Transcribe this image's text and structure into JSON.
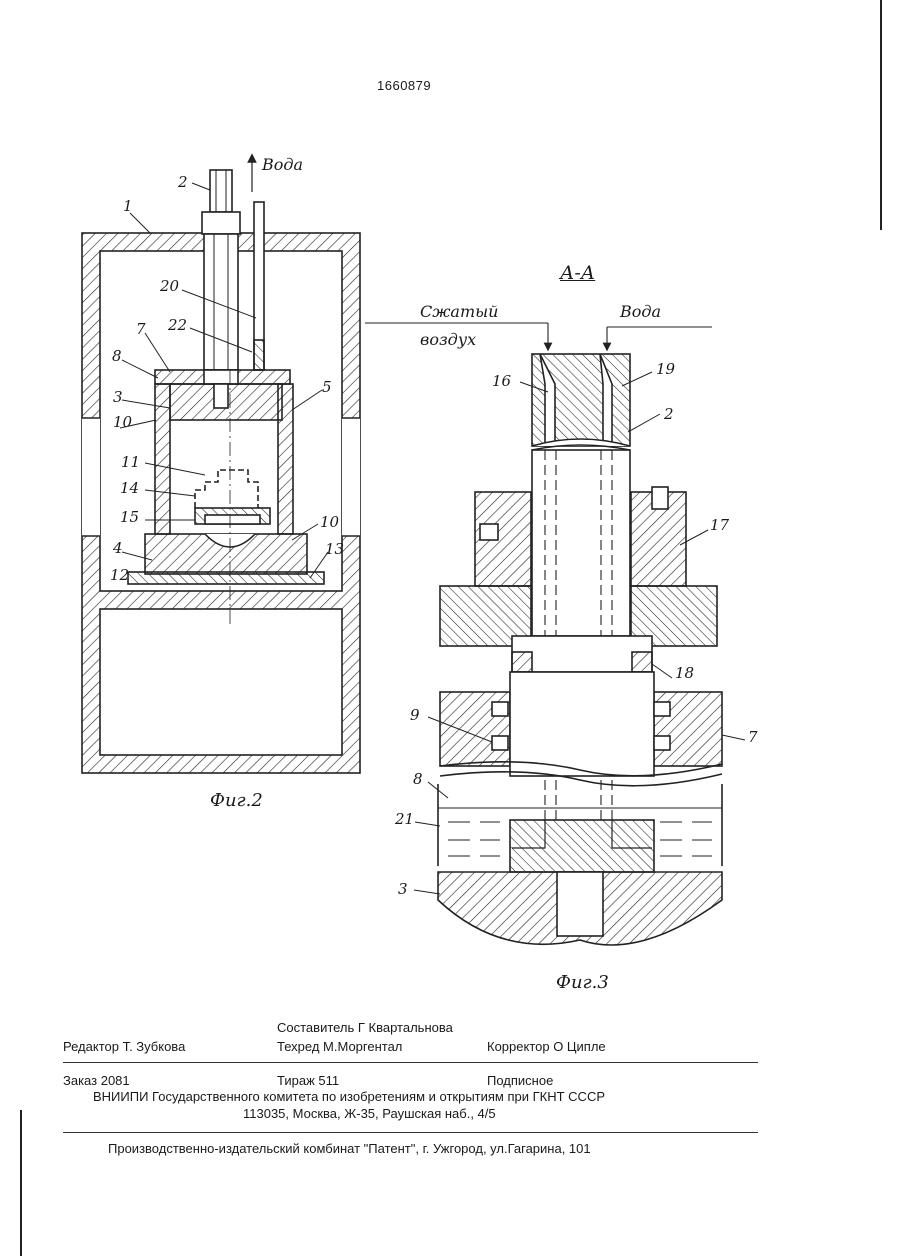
{
  "header": {
    "patent_number": "1660879"
  },
  "fig2": {
    "caption": "Фиг.2",
    "flow_label": "Вода",
    "callouts": [
      "1",
      "2",
      "20",
      "22",
      "7",
      "8",
      "3",
      "10",
      "5",
      "11",
      "14",
      "15",
      "10",
      "4",
      "12",
      "13"
    ]
  },
  "fig3": {
    "caption": "Фиг.3",
    "section_label": "А-А",
    "air_label_line1": "Сжатый",
    "air_label_line2": "воздух",
    "water_label": "Вода",
    "callouts": [
      "16",
      "19",
      "2",
      "17",
      "18",
      "9",
      "7",
      "8",
      "21",
      "3"
    ]
  },
  "colophon": {
    "compiler": "Составитель  Г  Квартальнова",
    "editor": "Редактор  Т. Зубкова",
    "techred": "Техред М.Моргентал",
    "corrector": "Корректор  О  Ципле",
    "order": "Заказ  2081",
    "circulation": "Тираж 511",
    "subscription": "Подписное",
    "org": "ВНИИПИ Государственного комитета по изобретениям и открытиям при ГКНТ СССР",
    "address": "113035, Москва, Ж-35, Раушская наб., 4/5",
    "publisher": "Производственно-издательский комбинат \"Патент\", г. Ужгород, ул.Гагарина, 101"
  }
}
